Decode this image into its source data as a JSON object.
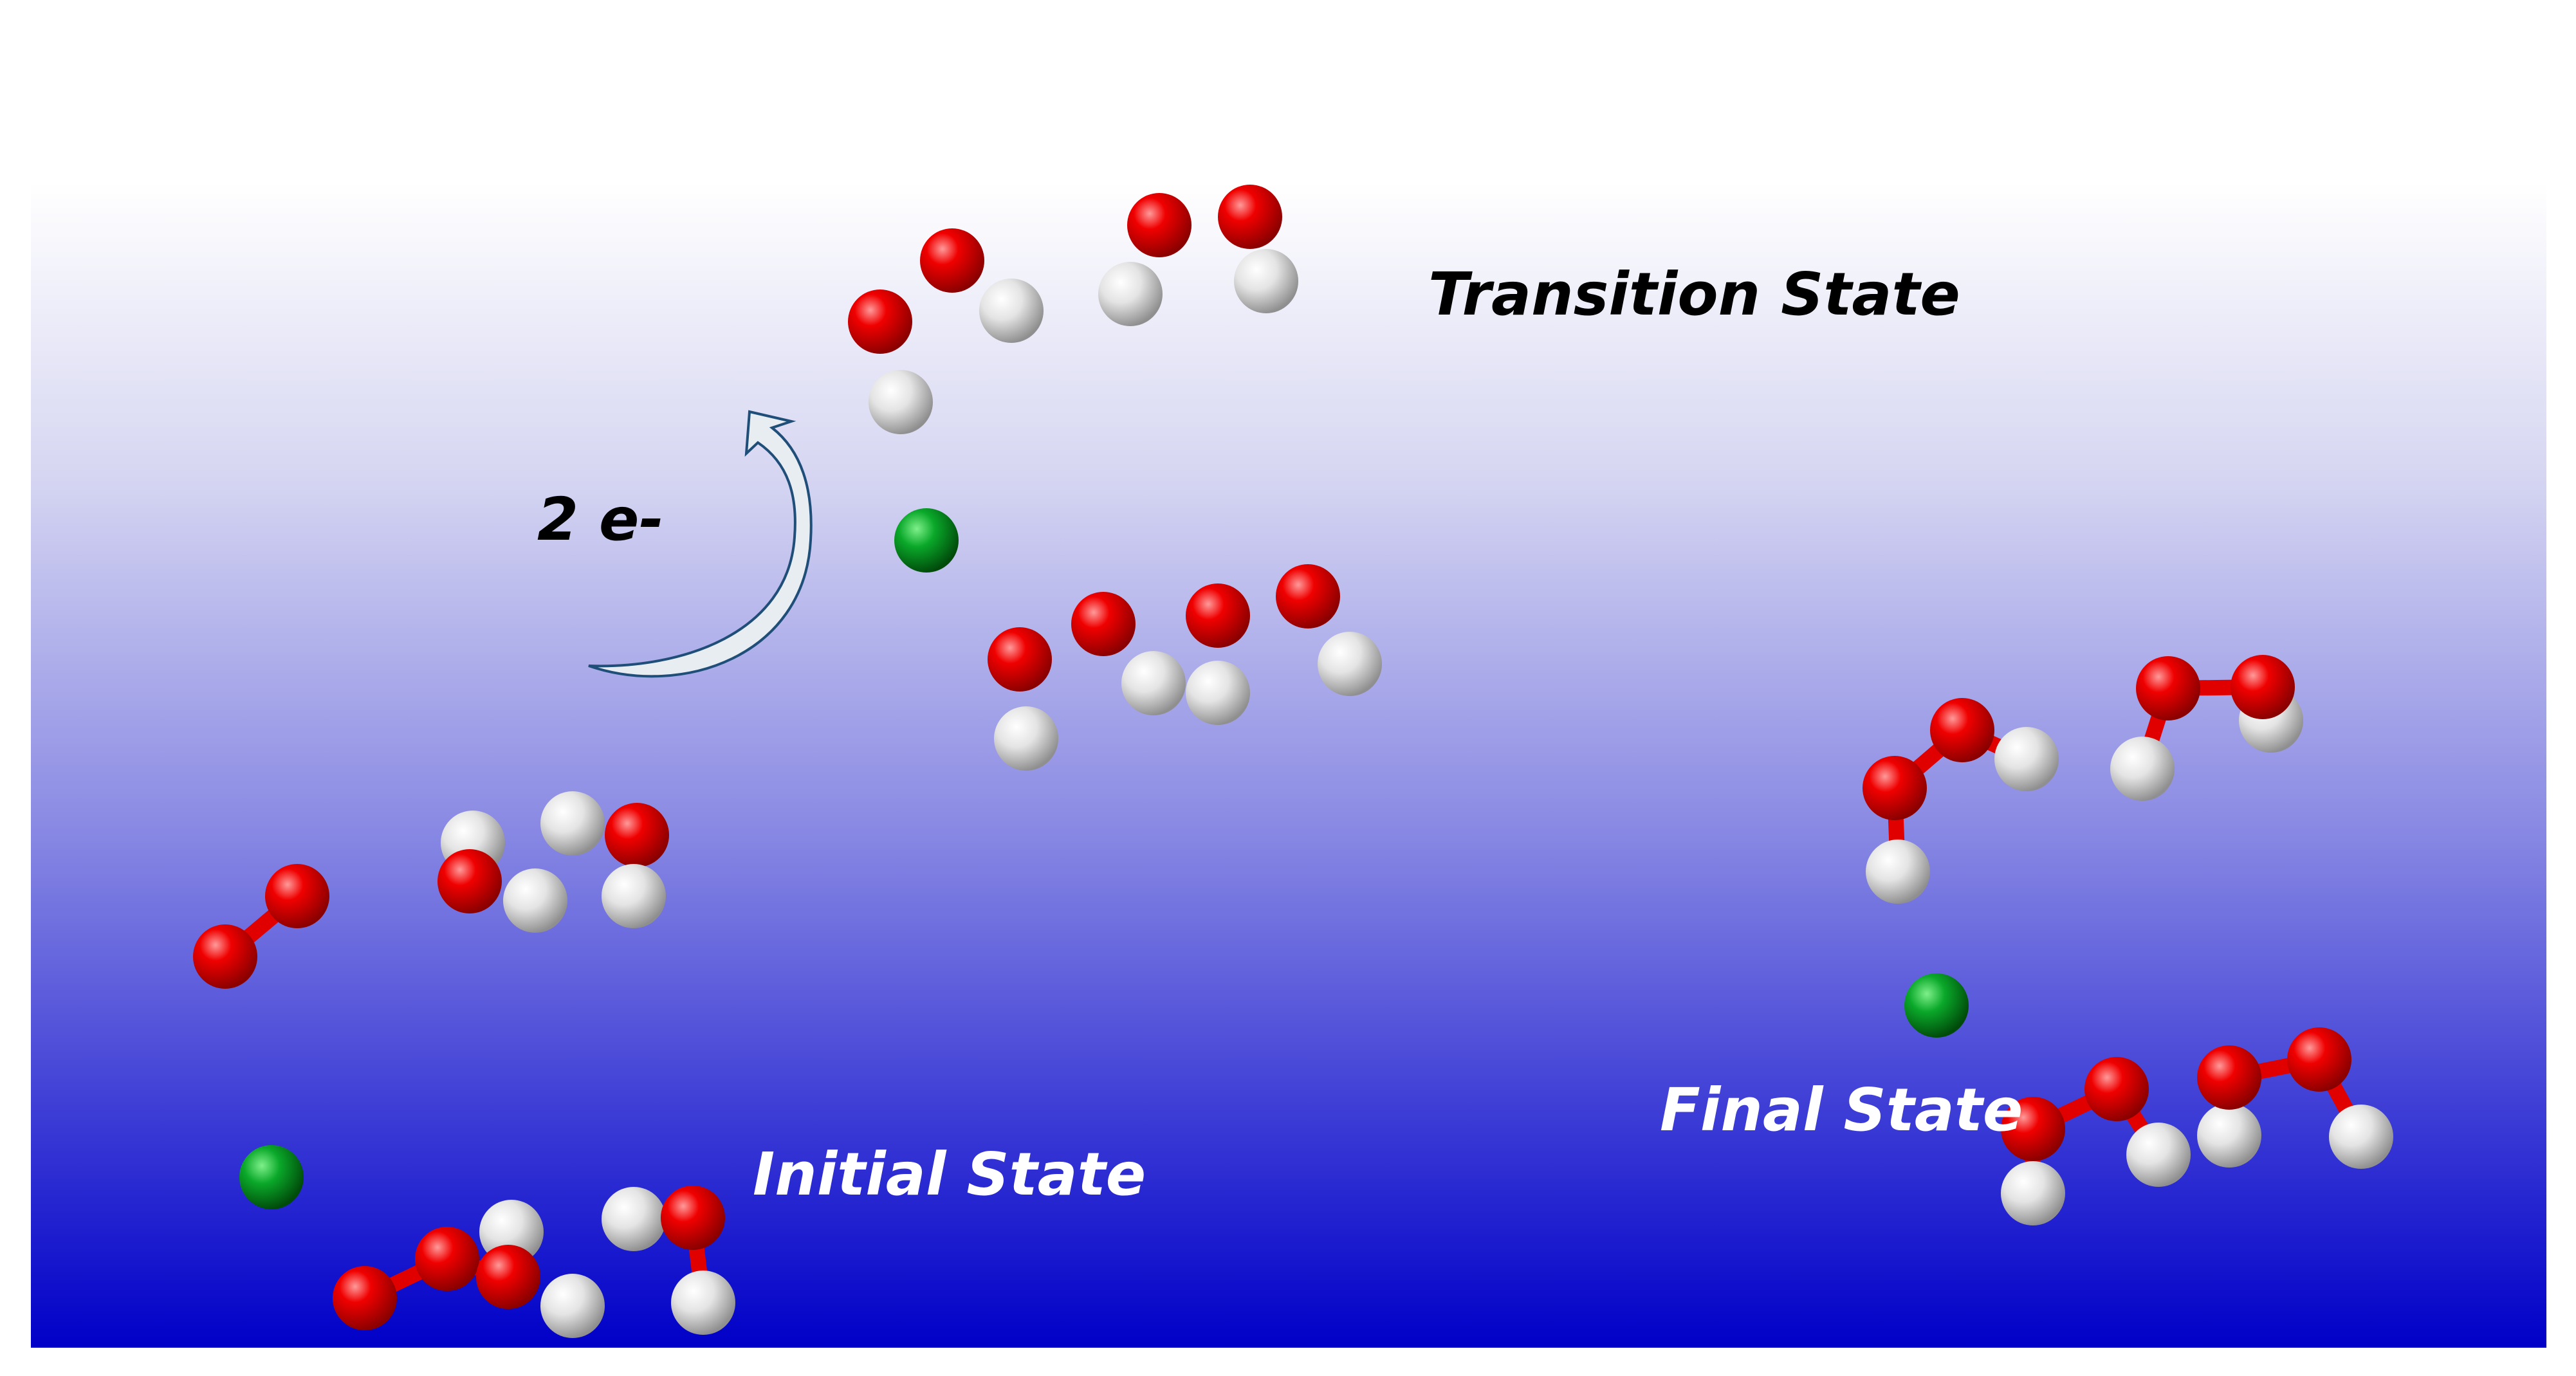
{
  "labels": {
    "transition_state": "Transition State",
    "electrons": "2 e-",
    "initial_state": "Initial State",
    "final_state": "Final State"
  },
  "colors": {
    "background_top": "#ffffff",
    "background_bottom": "#0000c8",
    "oxygen": "#e00000",
    "hydrogen": "#e6e6e6",
    "ion": "#009a1a",
    "bond": "#e00000",
    "arrow_fill": "#e8edf2",
    "arrow_stroke": "#1f4e79"
  },
  "atom_types": [
    "oxygen",
    "hydrogen",
    "ion"
  ]
}
